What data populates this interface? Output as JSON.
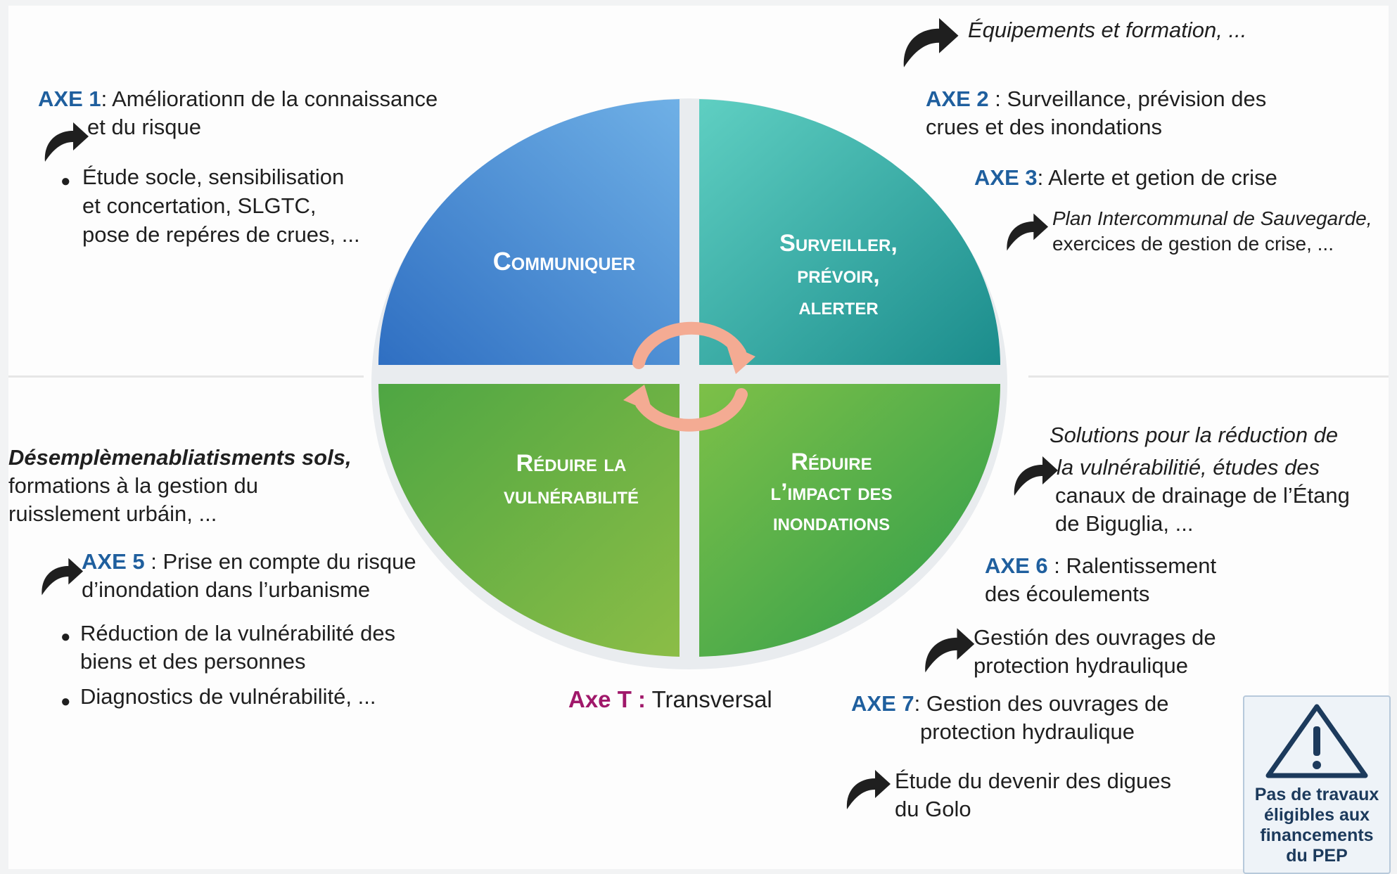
{
  "quadrants": {
    "tl": [
      "Communiquer"
    ],
    "tr": [
      "Surveiller,",
      "prévoir,",
      "alerter"
    ],
    "bl": [
      "Réduire la",
      "vulnérabilité"
    ],
    "br": [
      "Réduire",
      "l’impact des",
      "inondations"
    ]
  },
  "colors": {
    "tl": "#3e86d3",
    "tr": "#2ba89f",
    "bl": "#6eb040",
    "br": "#43a94b",
    "axe": "#1f5f9e",
    "axe_t": "#a0186a",
    "cycle": "#f3a98f"
  },
  "annotations": {
    "axe1": {
      "label": "AXE 1",
      "text": ": Améliorationп de la connaissance",
      "text2": "et du risque"
    },
    "axe1_bullet": {
      "line1": "Étude socle, sensibilisation",
      "line2": "et concertation, SLGTC,",
      "line3": "pose de repéres de crues, ..."
    },
    "top_right": "Équipements et formation, ...",
    "axe2": {
      "label": "AXE 2",
      "text": ": Surveillance, prévision des",
      "text2": "crues et des inondations"
    },
    "axe3": {
      "label": "AXE 3",
      "text": ": Alerte et getion de crise"
    },
    "axe3_detail": {
      "line1": "Plan Intercommunal de Sauvegarde,",
      "line2": "exercices de gestion de crise, ..."
    },
    "left_mid": {
      "bold": "Désemplèmenabliatisments sols,",
      "line2": "formations à la gestion du",
      "line3": "ruisslement urbáin, ..."
    },
    "axe5": {
      "label": "AXE 5",
      "text": ": Prise en compte du risque",
      "text2": "d’inondation dans l’urbanisme"
    },
    "axe5_bullet1": {
      "line1": "Réduction de la vulnérabilité des",
      "line2": "biens et des personnes"
    },
    "axe5_bullet2": "Diagnostics de vulnérabilité, ...",
    "right_mid": {
      "line1": "Solutions pour la réduction de",
      "line2": "la vulnérabilitié, études des",
      "line3": "canaux de drainage de l’Étang",
      "line4": "de Biguglia, ..."
    },
    "axe6": {
      "label": "AXE 6",
      "text": ": Ralentissement",
      "text2": "des écoulements"
    },
    "axe6_detail": {
      "line1": "Gestión des ouvrages de",
      "line2": "protection hydraulique"
    },
    "axe7": {
      "label": "AXE 7",
      "text": ": Gestion des ouvrages de",
      "text2": "protection hydraulique"
    },
    "axe7_detail": {
      "line1": "Étude du devenir des digues",
      "line2": "du Golo"
    },
    "axeT": {
      "label": "Axe T :",
      "text": "Transversal"
    }
  },
  "warning_box": {
    "icon": "warning-triangle-icon",
    "line1": "Pas de travaux",
    "line2": "éligibles aux",
    "line3": "financements",
    "line4": "du PEP"
  }
}
